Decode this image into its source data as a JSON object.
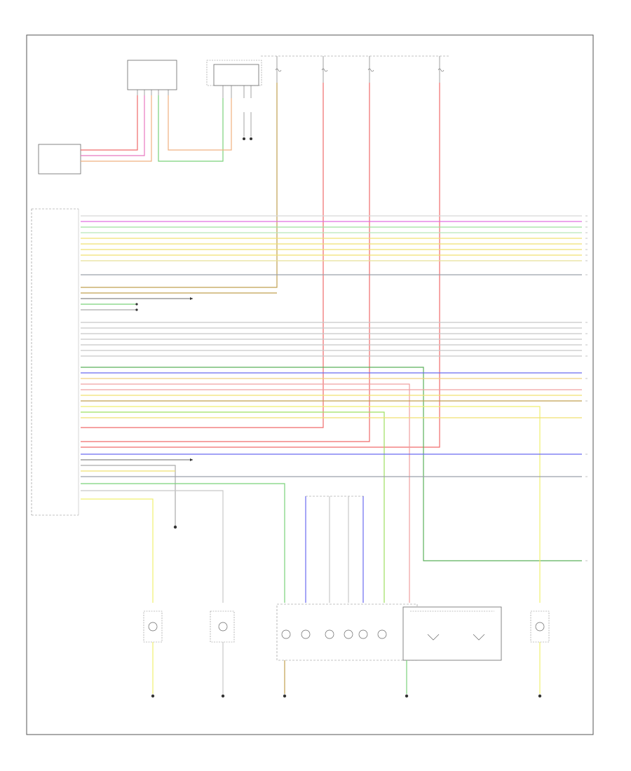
{
  "diagram": {
    "footer_code": "",
    "colors": {
      "border": "#555555",
      "wire_red": "#f06a6a",
      "wire_pink": "#f0a0a0",
      "wire_orange": "#f0b080",
      "wire_green": "#7ad27a",
      "wire_dkgreen": "#5ab05a",
      "wire_yellow": "#f0e070",
      "wire_blue": "#6a6af0",
      "wire_violet": "#e070e0",
      "wire_gray": "#9aa0aa",
      "wire_white": "#d8d8d8",
      "wire_olive": "#c0a050",
      "component": "#666666"
    },
    "components": [
      {
        "id": "top_left_box",
        "label": ""
      },
      {
        "id": "top_center_box",
        "label": ""
      },
      {
        "id": "side_sensor_box",
        "label": ""
      },
      {
        "id": "main_module",
        "label": ""
      },
      {
        "id": "bottom_cluster",
        "label": ""
      },
      {
        "id": "right_module",
        "label": ""
      }
    ],
    "fuse_labels": [
      "",
      "",
      "",
      ""
    ],
    "ground_labels": [
      "",
      "",
      "",
      "",
      "",
      "",
      ""
    ]
  }
}
